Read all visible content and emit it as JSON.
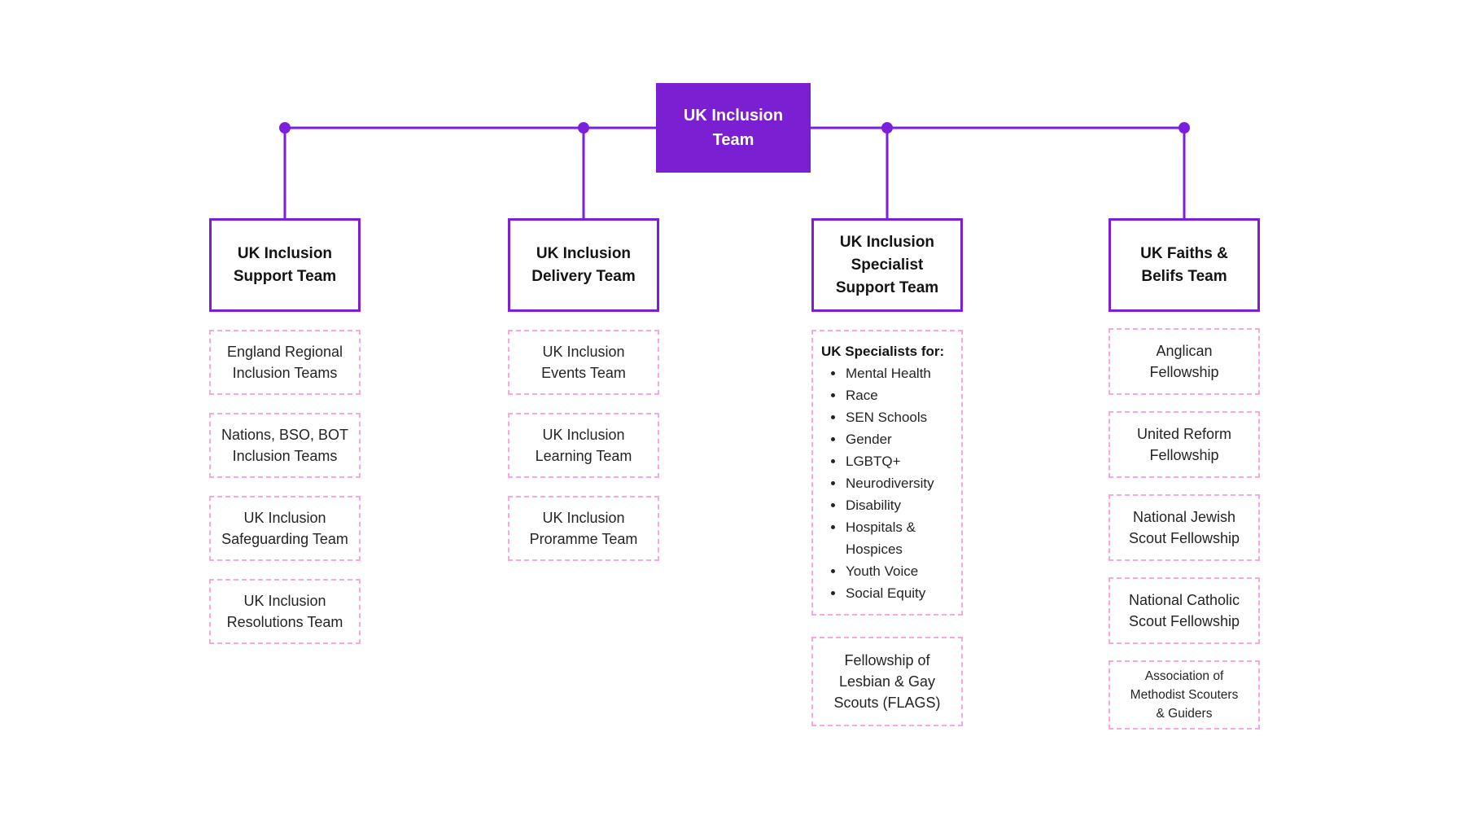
{
  "colors": {
    "purple_fill": "#7B1FD3",
    "purple_border_line": "#7C1EDC",
    "pink_dashed": "#F9A8DB",
    "text_dark": "#242424",
    "root_text": "#ffffff"
  },
  "root": {
    "title": "UK Inclusion\nTeam"
  },
  "columns": [
    {
      "title": "UK Inclusion\nSupport Team",
      "children": [
        "England Regional\nInclusion Teams",
        "Nations, BSO, BOT\nInclusion Teams",
        "UK Inclusion\nSafeguarding Team",
        "UK Inclusion\nResolutions Team"
      ]
    },
    {
      "title": "UK Inclusion\nDelivery Team",
      "children": [
        "UK Inclusion\nEvents Team",
        "UK Inclusion\nLearning Team",
        "UK Inclusion\nProramme Team"
      ]
    },
    {
      "title": "UK Inclusion\nSpecialist\nSupport Team",
      "specialists": {
        "heading": "UK Specialists for:",
        "items": [
          "Mental Health",
          "Race",
          "SEN Schools",
          "Gender",
          "LGBTQ+",
          "Neurodiversity",
          "Disability",
          "Hospitals &\nHospices",
          "Youth Voice",
          "Social Equity"
        ]
      },
      "children": [
        "Fellowship of\nLesbian & Gay\nScouts (FLAGS)"
      ]
    },
    {
      "title": "UK Faiths &\nBelifs Team",
      "children": [
        "Anglican\nFellowship",
        "United Reform\nFellowship",
        "National Jewish\nScout Fellowship",
        "National Catholic\nScout Fellowship",
        "Association of\nMethodist Scouters\n& Guiders"
      ]
    }
  ]
}
